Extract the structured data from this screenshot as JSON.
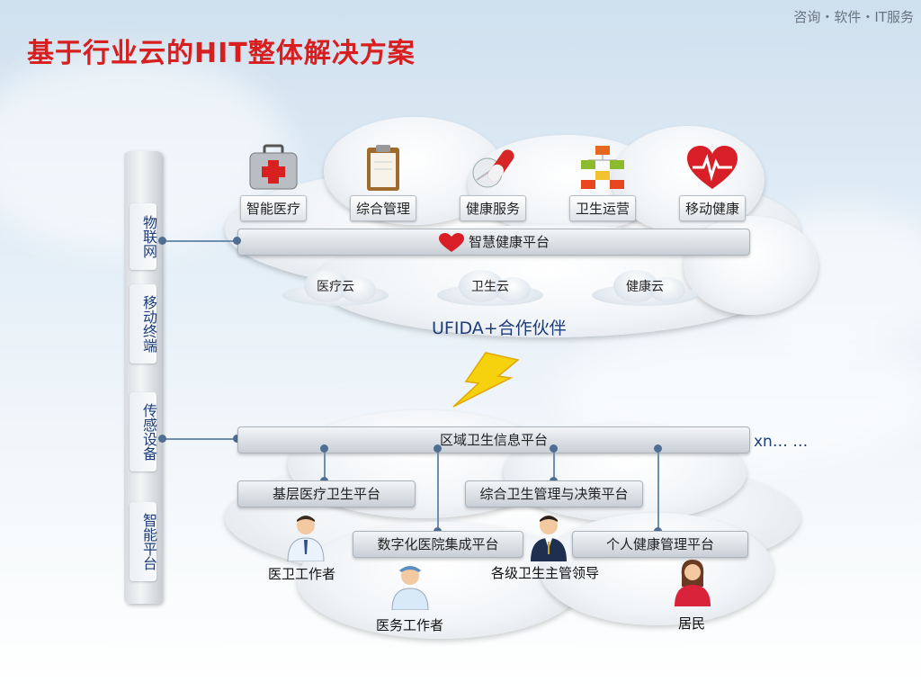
{
  "header": {
    "tagline": "咨询・软件・IT服务",
    "title": "基于行业云的HIT整体解决方案"
  },
  "sidebar": {
    "items": [
      {
        "label": "物联网"
      },
      {
        "label": "移动终端"
      },
      {
        "label": "传感设备"
      },
      {
        "label": "智能平台"
      }
    ]
  },
  "top_cloud": {
    "apps": [
      {
        "label": "智能医疗",
        "icon": "first-aid-kit-icon"
      },
      {
        "label": "综合管理",
        "icon": "clipboard-icon"
      },
      {
        "label": "健康服务",
        "icon": "pills-icon"
      },
      {
        "label": "卫生运营",
        "icon": "org-chart-icon"
      },
      {
        "label": "移动健康",
        "icon": "heartbeat-icon"
      }
    ],
    "platform": "智慧健康平台",
    "sub_clouds": [
      "医疗云",
      "卫生云",
      "健康云"
    ],
    "partner": "UFIDA+合作伙伴"
  },
  "bottom_cloud": {
    "regional_platform": "区域卫生信息平台",
    "more": "xn… …",
    "platforms": [
      "基层医疗卫生平台",
      "综合卫生管理与决策平台",
      "数字化医院集成平台",
      "个人健康管理平台"
    ],
    "people": [
      "医卫工作者",
      "医务工作者",
      "各级卫生主管领导",
      "居民"
    ]
  },
  "colors": {
    "title": "#d81e1e",
    "sidebar_text": "#1c3d7a",
    "connector": "#4f6e92"
  }
}
